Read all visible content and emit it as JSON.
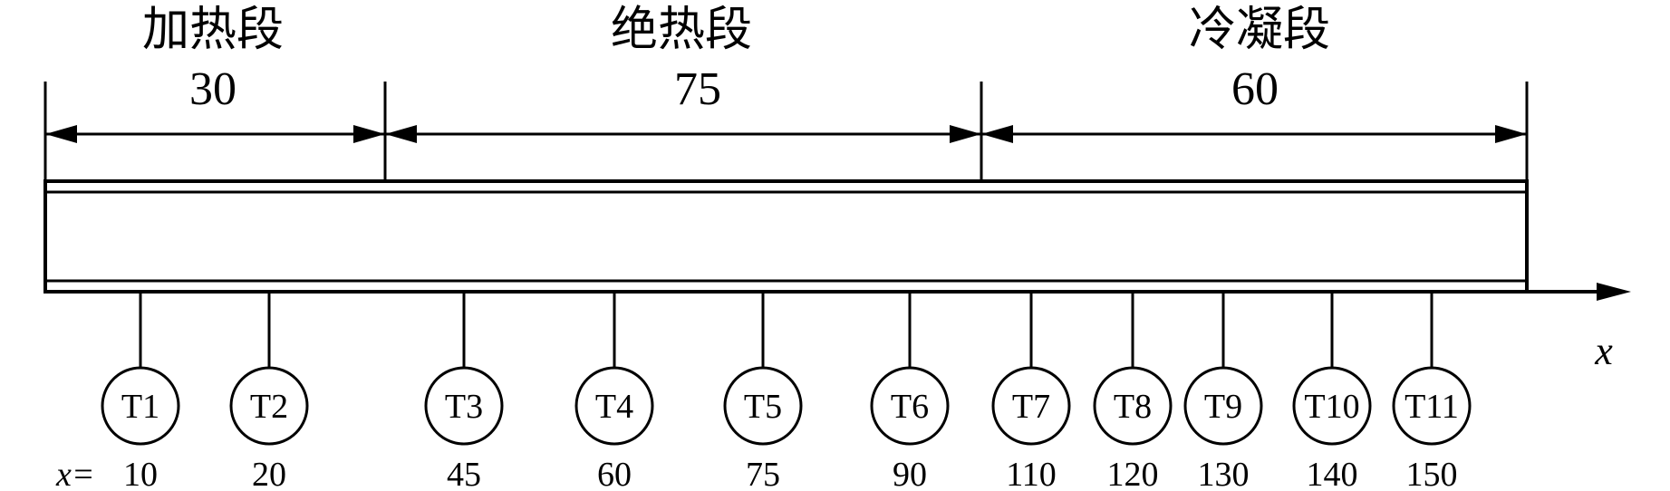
{
  "sections": [
    {
      "title": "加热段",
      "length": "30"
    },
    {
      "title": "绝热段",
      "length": "75"
    },
    {
      "title": "冷凝段",
      "length": "60"
    }
  ],
  "axis_label": "x",
  "position_prefix": "x=",
  "thermocouples": [
    {
      "label": "T1",
      "x": "10"
    },
    {
      "label": "T2",
      "x": "20"
    },
    {
      "label": "T3",
      "x": "45"
    },
    {
      "label": "T4",
      "x": "60"
    },
    {
      "label": "T5",
      "x": "75"
    },
    {
      "label": "T6",
      "x": "90"
    },
    {
      "label": "T7",
      "x": "110"
    },
    {
      "label": "T8",
      "x": "120"
    },
    {
      "label": "T9",
      "x": "130"
    },
    {
      "label": "T10",
      "x": "140"
    },
    {
      "label": "T11",
      "x": "150"
    }
  ]
}
